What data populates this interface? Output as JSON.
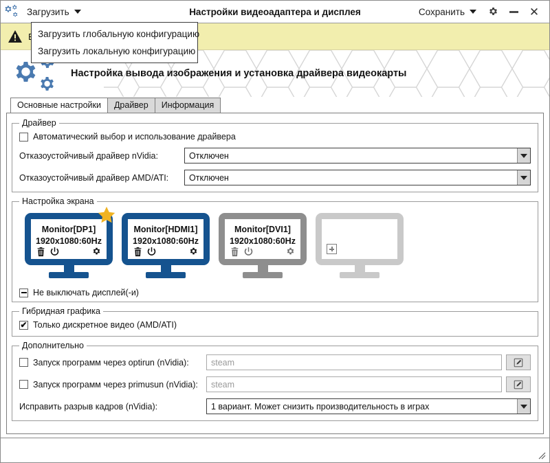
{
  "window": {
    "title": "Настройки видеоадаптера и дисплея",
    "app_icon": "gears-icon"
  },
  "titlebar": {
    "load_menu_label": "Загрузить",
    "save_menu_label": "Сохранить",
    "settings_icon": "gear-icon",
    "minimize_icon": "minimize-icon",
    "close_icon": "close-icon"
  },
  "dropdown": {
    "items": [
      {
        "label": "Загрузить глобальную конфигурацию"
      },
      {
        "label": "Загрузить локальную конфигурацию"
      }
    ]
  },
  "warning": {
    "icon": "warning-triangle-icon",
    "text": "В"
  },
  "banner": {
    "logo": "gears-icon",
    "title": "Настройка вывода изображения и установка драйвера видеокарты"
  },
  "tabs": [
    {
      "label": "Основные настройки",
      "active": true
    },
    {
      "label": "Драйвер",
      "active": false
    },
    {
      "label": "Информация",
      "active": false
    }
  ],
  "driver_section": {
    "legend": "Драйвер",
    "auto_checkbox": {
      "label": "Автоматический выбор и использование драйвера",
      "state": "unchecked"
    },
    "nvidia_fallback": {
      "label": "Отказоустойчивый драйвер nVidia:",
      "value": "Отключен"
    },
    "amd_fallback": {
      "label": "Отказоустойчивый драйвер AMD/ATI:",
      "value": "Отключен"
    }
  },
  "screen_section": {
    "legend": "Настройка экрана",
    "monitors": [
      {
        "name": "Monitor[DP1]",
        "resolution": "1920x1080:60Hz",
        "state": "active",
        "primary": true,
        "star_color": "#f0b323",
        "color": "#15538f",
        "icons": [
          "trash-icon",
          "power-icon",
          "gear-icon"
        ]
      },
      {
        "name": "Monitor[HDMI1]",
        "resolution": "1920x1080:60Hz",
        "state": "active",
        "primary": false,
        "color": "#15538f",
        "icons": [
          "trash-icon",
          "power-icon",
          "gear-icon"
        ]
      },
      {
        "name": "Monitor[DVI1]",
        "resolution": "1920x1080:60Hz",
        "state": "disabled",
        "primary": false,
        "color": "#8e8e8e",
        "icons": [
          "trash-icon",
          "power-icon",
          "gear-icon"
        ]
      },
      {
        "name": "",
        "resolution": "",
        "state": "empty",
        "primary": false,
        "color": "#c9c9c9",
        "icons": [
          "plus-icon"
        ]
      }
    ],
    "keep_on_checkbox": {
      "label": "Не выключать дисплей(-и)",
      "state": "indeterminate"
    }
  },
  "hybrid_section": {
    "legend": "Гибридная графика",
    "discrete_checkbox": {
      "label": "Только дискретное видео (AMD/ATI)",
      "state": "checked"
    }
  },
  "extra_section": {
    "legend": "Дополнительно",
    "optirun": {
      "label": "Запуск программ через optirun (nVidia):",
      "state": "unchecked",
      "placeholder": "steam",
      "edit_icon": "edit-pencil-icon"
    },
    "primusun": {
      "label": "Запуск программ через primusun (nVidia):",
      "state": "unchecked",
      "placeholder": "steam",
      "edit_icon": "edit-pencil-icon"
    },
    "tearing": {
      "label": "Исправить разрыв кадров (nVidia):",
      "value": "1 вариант. Может снизить производительность в играх"
    }
  },
  "statusbar": {
    "resize_grip": "resize-grip-icon"
  }
}
